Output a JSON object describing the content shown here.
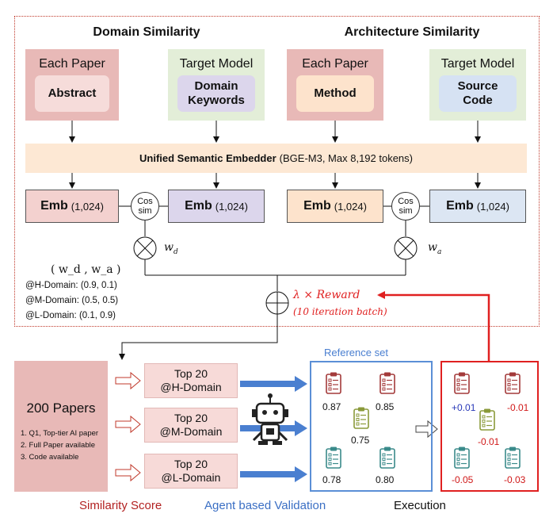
{
  "headers": {
    "domain": "Domain Similarity",
    "architecture": "Architecture Similarity"
  },
  "inputs": [
    {
      "caption": "Each Paper",
      "inner": "Abstract"
    },
    {
      "caption": "Target Model",
      "inner": "Domain Keywords"
    },
    {
      "caption": "Each Paper",
      "inner": "Method"
    },
    {
      "caption": "Target Model",
      "inner": "Source Code"
    }
  ],
  "embedder": {
    "name": "Unified Semantic Embedder",
    "detail": "(BGE-M3, Max 8,192 tokens)"
  },
  "embeddings": [
    {
      "label": "Emb",
      "dim": "(1,024)"
    },
    {
      "label": "Emb",
      "dim": "(1,024)"
    },
    {
      "label": "Emb",
      "dim": "(1,024)"
    },
    {
      "label": "Emb",
      "dim": "(1,024)"
    }
  ],
  "cosine": {
    "line1": "Cos",
    "line2": "sim"
  },
  "weights": {
    "wd": "w",
    "wd_sub": "d",
    "wa": "w",
    "wa_sub": "a",
    "pair": "( w_d , w_a )"
  },
  "domain_weights": [
    {
      "name": "@H-Domain:",
      "value": "(0.9, 0.1)"
    },
    {
      "name": "@M-Domain:",
      "value": "(0.5, 0.5)"
    },
    {
      "name": "@L-Domain:",
      "value": "(0.1, 0.9)"
    }
  ],
  "reward": {
    "formula": "λ × Reward",
    "note": "(10 iteration batch)"
  },
  "papers": {
    "title": "200 Papers",
    "criteria": [
      "1. Q1, Top-tier AI paper",
      "2. Full Paper available",
      "3. Code available"
    ]
  },
  "top_groups": [
    {
      "line1": "Top 20",
      "line2": "@H-Domain"
    },
    {
      "line1": "Top 20",
      "line2": "@M-Domain"
    },
    {
      "line1": "Top 20",
      "line2": "@L-Domain"
    }
  ],
  "reference_set": {
    "title": "Reference set",
    "scores": [
      "0.87",
      "0.85",
      "0.75",
      "0.78",
      "0.80"
    ]
  },
  "execution_deltas": [
    "+0.01",
    "-0.01",
    "-0.01",
    "-0.05",
    "-0.03"
  ],
  "bottom_labels": {
    "similarity": "Similarity Score",
    "agent": "Agent based Validation",
    "execution": "Execution"
  },
  "colors": {
    "red": "#e02020",
    "blue": "#4a7fd0",
    "dark_red": "#b22222"
  }
}
